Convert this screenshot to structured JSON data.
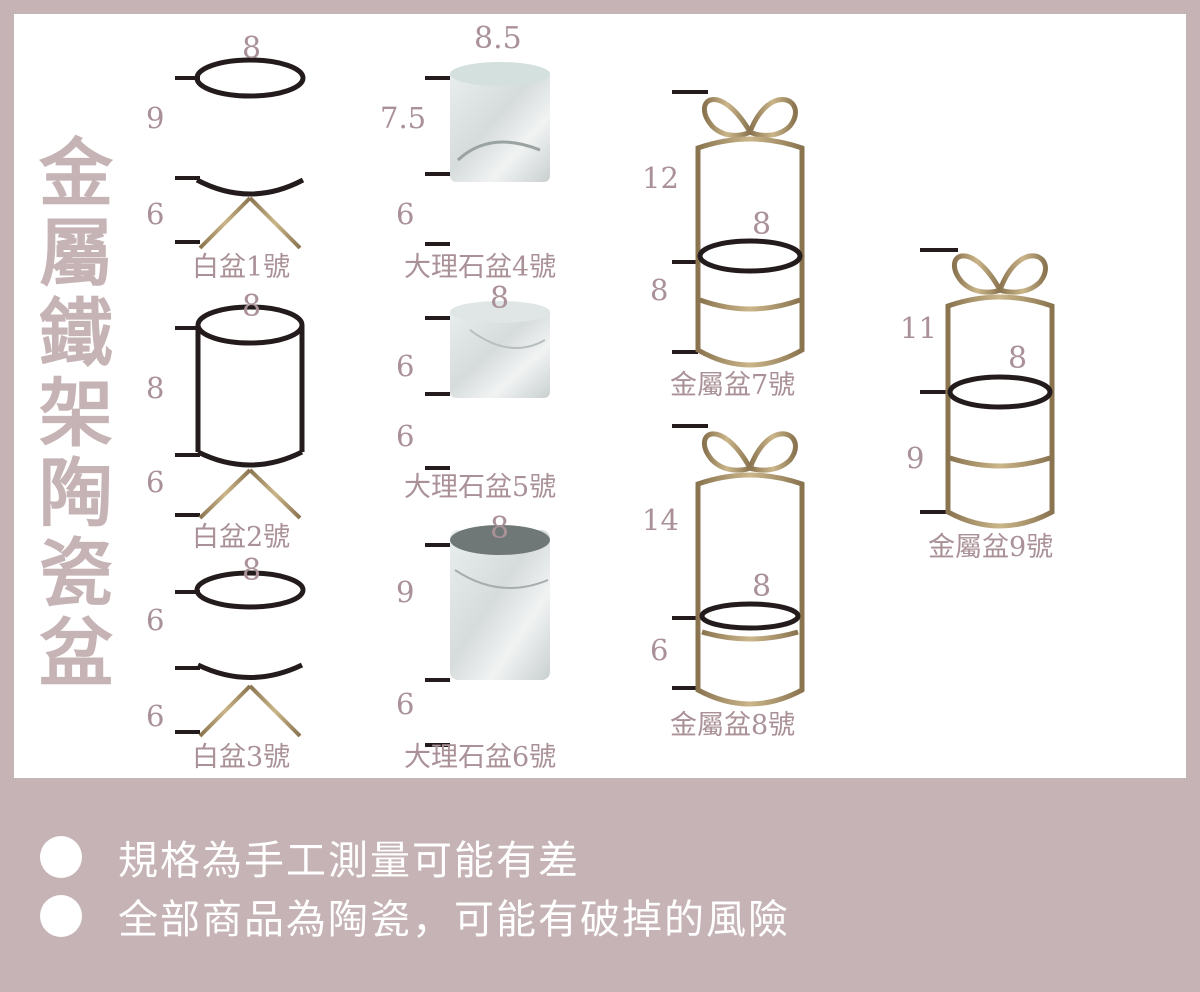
{
  "title_chars": [
    "金",
    "屬",
    "鐵",
    "架",
    "陶",
    "瓷",
    "盆"
  ],
  "products": [
    {
      "label": "白盆1號",
      "top_size": "8",
      "dims": [
        "9",
        "6"
      ]
    },
    {
      "label": "白盆2號",
      "top_size": "8",
      "dims": [
        "8",
        "6"
      ]
    },
    {
      "label": "白盆3號",
      "top_size": "8",
      "dims": [
        "6",
        "6"
      ]
    },
    {
      "label": "大理石盆4號",
      "top_size": "8.5",
      "dims": [
        "7.5",
        "6"
      ]
    },
    {
      "label": "大理石盆5號",
      "top_size": "8",
      "dims": [
        "6",
        "6"
      ]
    },
    {
      "label": "大理石盆6號",
      "top_size": "8",
      "dims": [
        "9",
        "6"
      ]
    },
    {
      "label": "金屬盆7號",
      "top_size": "8",
      "dims": [
        "12",
        "8"
      ]
    },
    {
      "label": "金屬盆8號",
      "top_size": "8",
      "dims": [
        "14",
        "6"
      ]
    },
    {
      "label": "金屬盆9號",
      "top_size": "8",
      "dims": [
        "11",
        "9"
      ]
    }
  ],
  "notes": [
    "規格為手工測量可能有差",
    "全部商品為陶瓷，可能有破掉的風險"
  ],
  "colors": {
    "background": "#c6b3b5",
    "panel": "#ffffff",
    "gold": "#b09a6e",
    "ring": "#241c1c",
    "label": "#a99197"
  }
}
